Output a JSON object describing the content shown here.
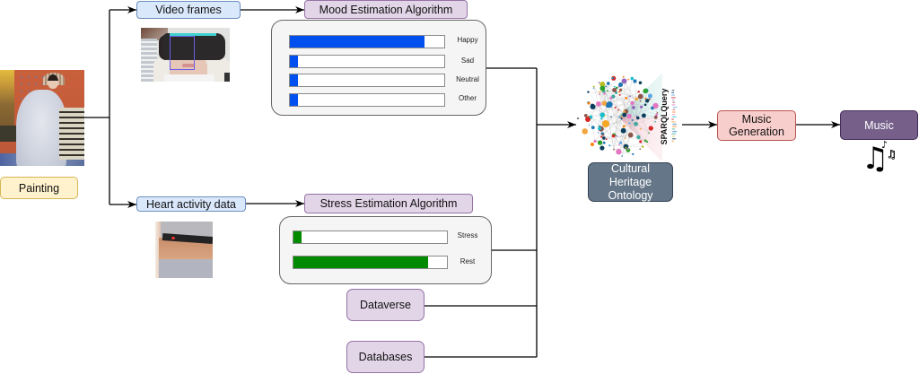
{
  "painting": {
    "label": "Painting"
  },
  "inputs": {
    "video_frames": "Video frames",
    "heart_activity": "Heart activity data"
  },
  "mood": {
    "title": "Mood Estimation Algorithm",
    "bars": [
      {
        "label": "Happy",
        "value": 0.87
      },
      {
        "label": "Sad",
        "value": 0.05
      },
      {
        "label": "Neutral",
        "value": 0.05
      },
      {
        "label": "Other",
        "value": 0.05
      }
    ]
  },
  "stress": {
    "title": "Stress Estimation Algorithm",
    "bars": [
      {
        "label": "Stress",
        "value": 0.05
      },
      {
        "label": "Rest",
        "value": 0.88
      }
    ]
  },
  "sources": {
    "dataverse": "Dataverse",
    "databases": "Databases"
  },
  "ontology": {
    "label_lines": [
      "Cultural Heritage",
      "Ontology"
    ],
    "query_label": "SPARQLQuery"
  },
  "music_generation": {
    "label_lines": [
      "Music",
      "Generation"
    ]
  },
  "music": {
    "label": "Music"
  },
  "icons": {
    "music_notes": "♫",
    "note_small": "♪",
    "note_outline": "♫"
  },
  "colors": {
    "mood_bar": "#0050ef",
    "stress_bar": "#008a00",
    "input_box": "#dae8fc",
    "algorithm_box": "#e1d5e7",
    "painting_box": "#fff2cc",
    "ontology_box": "#647687",
    "music_generation_box": "#f8cecc",
    "music_box": "#76608a"
  }
}
